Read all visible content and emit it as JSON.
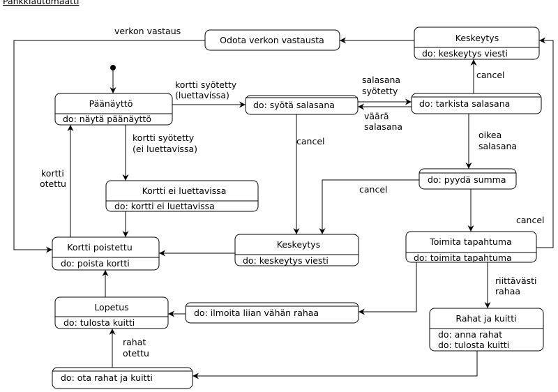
{
  "title": "Pankkiautomaatti",
  "states": {
    "odota": {
      "name": "Odota verkon vastausta",
      "activities": []
    },
    "keskeytys_top": {
      "name": "Keskeytys",
      "activities": [
        "do: keskeytys viesti"
      ]
    },
    "paanaytto": {
      "name": "Päänäyttö",
      "activities": [
        "do: näytä päänäyttö"
      ]
    },
    "syota": {
      "name": "",
      "activities": [
        "do: syötä salasana"
      ]
    },
    "tarkista": {
      "name": "",
      "activities": [
        "do: tarkista salasana"
      ]
    },
    "pyyda": {
      "name": "",
      "activities": [
        "do: pyydä summa"
      ]
    },
    "ei_luettavissa": {
      "name": "Kortti ei luettavissa",
      "activities": [
        "do: kortti ei luettavissa"
      ]
    },
    "poistettu": {
      "name": "Kortti poistettu",
      "activities": [
        "do: poista kortti"
      ]
    },
    "keskeytys_mid": {
      "name": "Keskeytys",
      "activities": [
        "do: keskeytys viesti"
      ]
    },
    "toimita": {
      "name": "Toimita tapahtuma",
      "activities": [
        "do: toimita tapahtuma"
      ]
    },
    "lopetus": {
      "name": "Lopetus",
      "activities": [
        "do: tulosta kuitti"
      ]
    },
    "ilmoita": {
      "name": "",
      "activities": [
        "do: ilmoita liian vähän rahaa"
      ]
    },
    "rahat": {
      "name": "Rahat ja kuitti",
      "activities": [
        "do: anna rahat",
        "do: tulosta kuitti"
      ]
    },
    "ota": {
      "name": "",
      "activities": [
        "do: ota rahat ja kuitti"
      ]
    }
  },
  "transitions": {
    "verkon_vastaus": "verkon vastaus",
    "kortti_luettavissa": [
      "kortti syötetty",
      "(luettavissa)"
    ],
    "kortti_ei_luettavissa": [
      "kortti syötetty",
      "(ei luettavissa)"
    ],
    "kortti_otettu": [
      "kortti",
      "otettu"
    ],
    "salasana_syotetty": [
      "salasana",
      "syötetty"
    ],
    "vaara_salasana": [
      "väärä",
      "salasana"
    ],
    "oikea_salasana": [
      "oikea",
      "salasana"
    ],
    "cancel_keskeytys": "cancel",
    "cancel_syota": "cancel",
    "cancel_pyyda": "cancel",
    "cancel_toimita": "cancel",
    "riittavasti_rahaa": [
      "riittävästi",
      "rahaa"
    ],
    "rahat_otettu": [
      "rahat",
      "otettu"
    ]
  }
}
